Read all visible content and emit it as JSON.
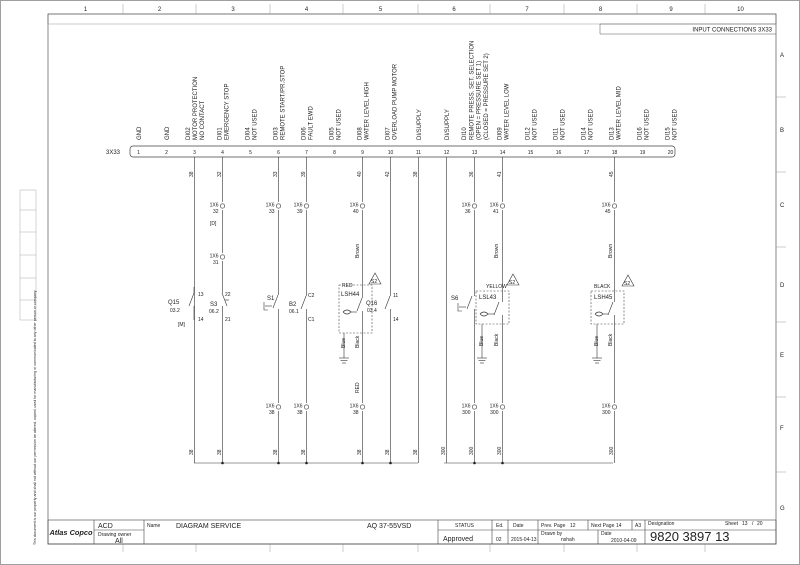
{
  "grid": {
    "columns": [
      "1",
      "2",
      "3",
      "4",
      "5",
      "6",
      "7",
      "8",
      "9",
      "10"
    ],
    "rows": [
      "A",
      "B",
      "C",
      "D",
      "E",
      "F",
      "G"
    ]
  },
  "header_title": "INPUT CONNECTIONS 3X33",
  "connector": {
    "name": "3X33",
    "terminals": [
      {
        "num": "1",
        "label": "GND"
      },
      {
        "num": "2",
        "label": "GND"
      },
      {
        "num": "3",
        "label": "DI02\nMOTOR PROTECTION\nNO CONTACT"
      },
      {
        "num": "4",
        "label": "DI01\nEMERGENCY STOP"
      },
      {
        "num": "5",
        "label": "DI04\nNOT USED"
      },
      {
        "num": "6",
        "label": "DI03\nREMOTE START/PR.STOP"
      },
      {
        "num": "7",
        "label": "DI06\nFAULT EWD"
      },
      {
        "num": "8",
        "label": "DI05\nNOT USED"
      },
      {
        "num": "9",
        "label": "DI08\nWATER LEVEL HIGH"
      },
      {
        "num": "10",
        "label": "DI07\nOVERLOAD PUMP MOTOR"
      },
      {
        "num": "11",
        "label": "DI/SUPPLY"
      },
      {
        "num": "12",
        "label": "DI/SUPPLY"
      },
      {
        "num": "13",
        "label": "DI10\nREMOTE PRESS. SET. SELECTION\n(OPEN = PRESSURE SET 1)\n(CLOSED = PRESSURE SET 2)"
      },
      {
        "num": "14",
        "label": "DI09\nWATER LEVEL LOW"
      },
      {
        "num": "15",
        "label": "DI12\nNOT USED"
      },
      {
        "num": "16",
        "label": "DI11\nNOT USED"
      },
      {
        "num": "17",
        "label": "DI14\nNOT USED"
      },
      {
        "num": "18",
        "label": "DI13\nWATER LEVEL MID"
      },
      {
        "num": "19",
        "label": "DI16\nNOT USED"
      },
      {
        "num": "20",
        "label": "DI15\nNOT USED"
      }
    ]
  },
  "wire_numbers": {
    "top": [
      {
        "term": "3",
        "text": "38"
      },
      {
        "term": "4",
        "text": "32"
      },
      {
        "term": "6",
        "text": "33"
      },
      {
        "term": "7",
        "text": "39"
      },
      {
        "term": "9",
        "text": "40"
      },
      {
        "term": "10",
        "text": "42"
      },
      {
        "term": "11",
        "text": "38"
      },
      {
        "term": "13",
        "text": "36"
      },
      {
        "term": "14",
        "text": "41"
      },
      {
        "term": "18",
        "text": "45"
      }
    ],
    "bottom": [
      {
        "term": "3",
        "text": "38"
      },
      {
        "term": "4",
        "text": "38"
      },
      {
        "term": "6",
        "text": "38"
      },
      {
        "term": "7",
        "text": "38"
      },
      {
        "term": "9",
        "text": "38"
      },
      {
        "term": "10",
        "text": "38"
      },
      {
        "term": "11",
        "text": "38"
      },
      {
        "term": "12",
        "text": "300"
      },
      {
        "term": "13",
        "text": "300"
      },
      {
        "term": "14",
        "text": "300"
      },
      {
        "term": "18",
        "text": "300"
      }
    ]
  },
  "terminals_1x6": {
    "label": "1X6",
    "upper": [
      {
        "term": "4",
        "num": "32"
      },
      {
        "term": "6",
        "num": "33"
      },
      {
        "term": "7",
        "num": "39"
      },
      {
        "term": "9",
        "num": "40"
      },
      {
        "term": "13",
        "num": "36"
      },
      {
        "term": "14",
        "num": "41"
      },
      {
        "term": "18",
        "num": "45"
      }
    ],
    "emergency_lower": {
      "num": "31"
    },
    "lower": [
      {
        "term": "6",
        "num": "38"
      },
      {
        "term": "7",
        "num": "38"
      },
      {
        "term": "9",
        "num": "38"
      },
      {
        "term": "13",
        "num": "300"
      },
      {
        "term": "14",
        "num": "300"
      },
      {
        "term": "18",
        "num": "300"
      }
    ]
  },
  "components": {
    "q15": {
      "name": "Q15",
      "ref": "03.2",
      "tag": "[M]",
      "c1": "13",
      "c2": "14"
    },
    "s3": {
      "name": "S3",
      "ref": "06.2",
      "c1": "22",
      "c2": "21",
      "tag": "[D]"
    },
    "s1": {
      "name": "S1"
    },
    "b2": {
      "name": "B2",
      "ref": "06.1",
      "c1": "C2",
      "c2": "C1"
    },
    "lsh44": {
      "name": "LSH44",
      "color": "RED",
      "blue": "Blue",
      "black": "Black",
      "brown": "Brown",
      "red2": "RED"
    },
    "q16": {
      "name": "Q16",
      "ref": "03.4",
      "c1": "11",
      "c2": "14"
    },
    "s6": {
      "name": "S6"
    },
    "lsl43": {
      "name": "LSL43",
      "color": "YELLOW",
      "blue": "Blue",
      "black": "Black",
      "brown": "Brown"
    },
    "lsh45": {
      "name": "LSH45",
      "color": "BLACK",
      "blue": "Blue",
      "black": "Black",
      "brown": "Brown"
    },
    "note": "S2"
  },
  "title_block": {
    "company_code": "ACD",
    "logo": "Atlas Copco",
    "name_label": "Name",
    "name": "DIAGRAM SERVICE",
    "model": "AQ 37-55VSD",
    "drawing_owner_label": "Drawing owner",
    "drawing_owner": "All",
    "status_label": "STATUS",
    "status": "Approved",
    "ed_label": "Ed.",
    "ed": "02",
    "date_label": "Date",
    "date": "2015-04-13",
    "prev_page_label": "Prev. Page",
    "prev_page": "12",
    "next_page_label": "Next Page",
    "next_page": "14",
    "size": "A3",
    "drawn_by_label": "Drawn by",
    "drawn_by": "nshah",
    "date2_label": "Date",
    "date2": "2010-04-09",
    "designation_label": "Designation",
    "designation": "9820 3897 13",
    "sheet_label": "Sheet",
    "sheet": "13",
    "sheet_of": "20"
  },
  "side_note": "This document is our property and shall not without our permission be altered, copied, used for manufacturing or communicated to any other person or company."
}
